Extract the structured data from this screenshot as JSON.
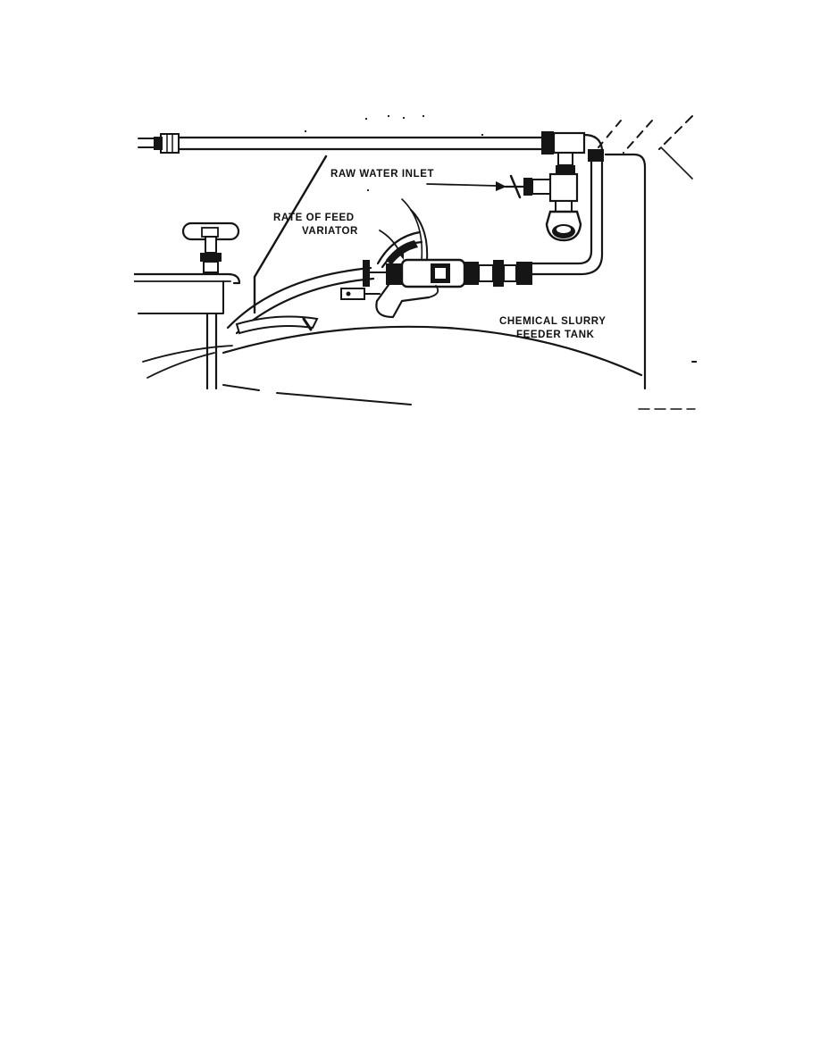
{
  "diagram": {
    "labels": {
      "raw_water_inlet": "RAW WATER INLET",
      "rate_of_feed_line1": "RATE OF FEED",
      "rate_of_feed_line2": "VARIATOR",
      "tank_line1": "CHEMICAL SLURRY",
      "tank_line2": "FEEDER TANK"
    },
    "colors": {
      "ink": "#151515",
      "paper": "#ffffff"
    }
  }
}
